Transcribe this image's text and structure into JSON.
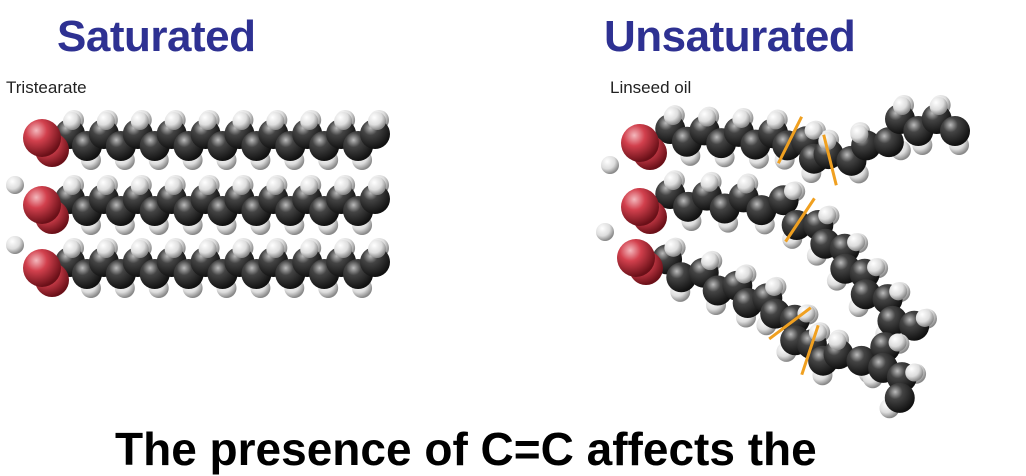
{
  "left_panel": {
    "heading": "Saturated",
    "molecule_label": "Tristearate"
  },
  "right_panel": {
    "heading": "Unsaturated",
    "molecule_label": "Linseed oil"
  },
  "bottom_text": "The presence of C=C affects the",
  "colors": {
    "heading": "#2e3192",
    "carbon": "#2a2a2a",
    "hydrogen": "#e6e6e6",
    "oxygen": "#c8323f",
    "double_bond": "#f0a020"
  }
}
